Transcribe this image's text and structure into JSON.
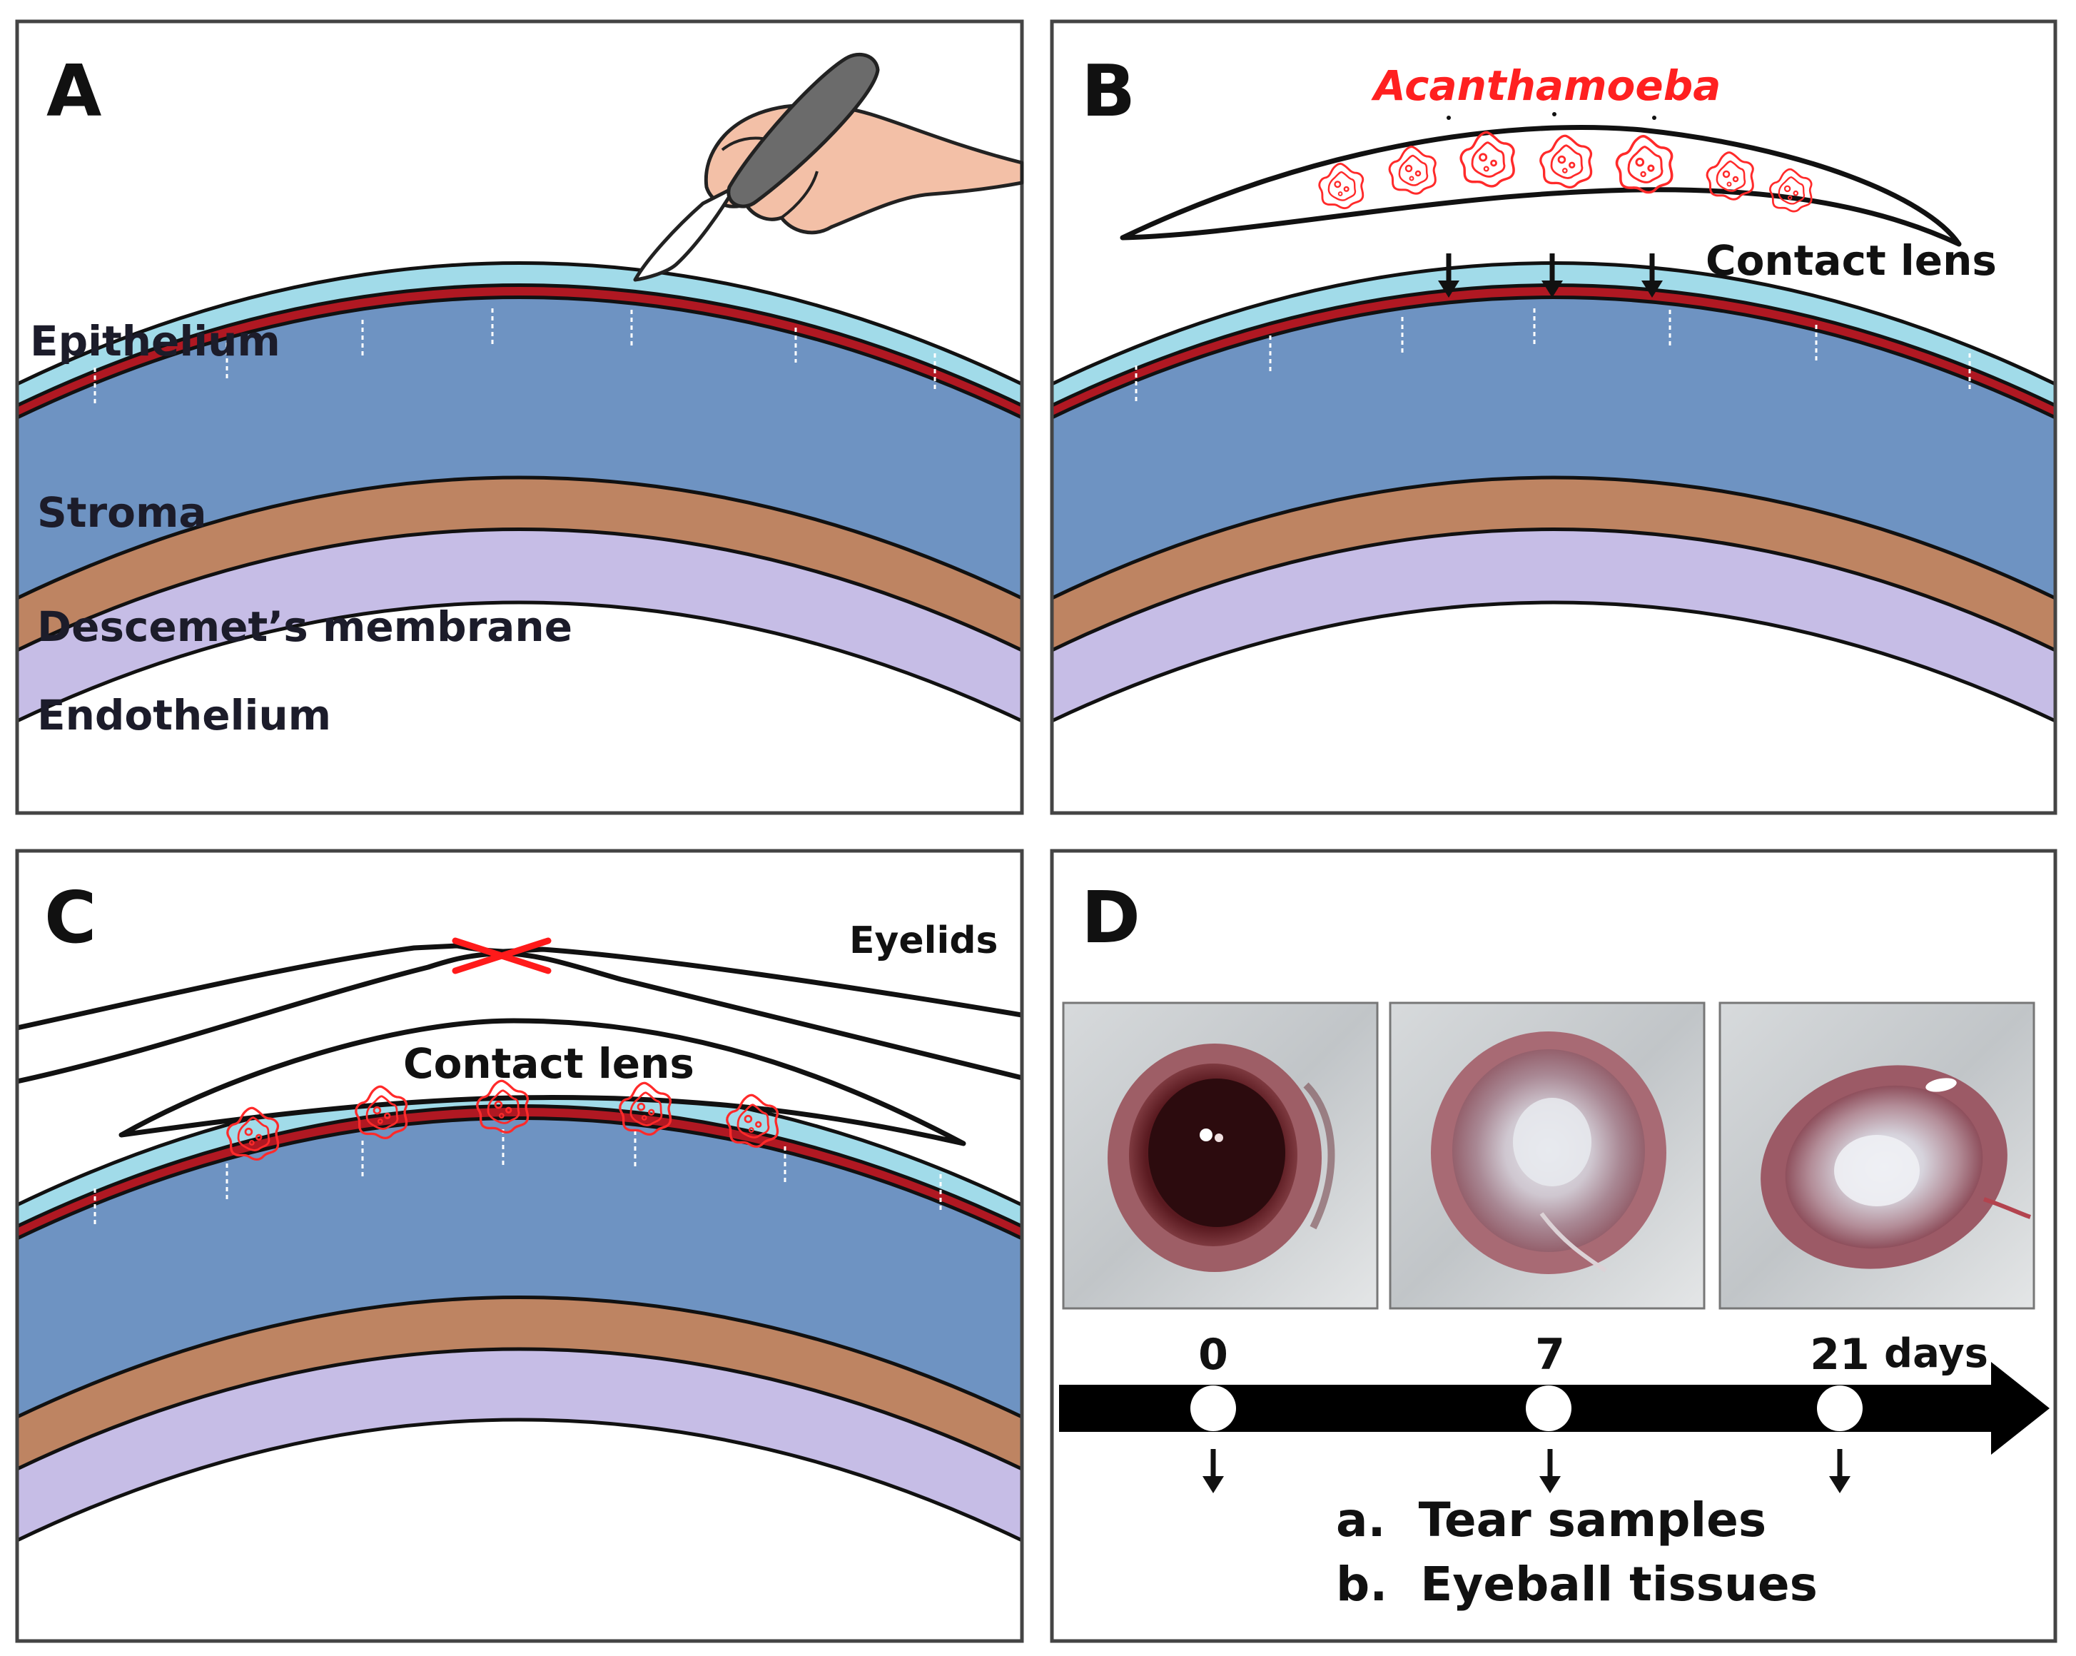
{
  "panels": {
    "a": {
      "letter": "A",
      "labels": {
        "epithelium": "Epithelium",
        "stroma": "Stroma",
        "descemet": "Descemet’s membrane",
        "endothelium": "Endothelium"
      }
    },
    "b": {
      "letter": "B",
      "organism": "Acanthamoeba",
      "lens_label": "Contact lens"
    },
    "c": {
      "letter": "C",
      "eyelids_label": "Eyelids",
      "lens_label": "Contact lens"
    },
    "d": {
      "letter": "D",
      "timeline": {
        "unit": "days",
        "ticks": [
          "0",
          "7",
          "21"
        ]
      },
      "samples": [
        "a.  Tear samples",
        "b.  Eyeball tissues"
      ]
    }
  },
  "colors": {
    "epithelium": "#a1dbe9",
    "bowman_layer": "#b01822",
    "stroma": "#6e93c2",
    "descemet": "#be8462",
    "endothelium": "#c6bde6",
    "outline": "#111111",
    "frame": "#444444",
    "amoeba": "#ff2a2a",
    "hand_skin": "#f3c0a7",
    "scalpel_handle": "#6b6b6b"
  },
  "icons": [
    "hand-icon",
    "scalpel-icon",
    "amoeba-icon",
    "arrow-down-icon",
    "suture-icon",
    "eye-photo-icon"
  ]
}
